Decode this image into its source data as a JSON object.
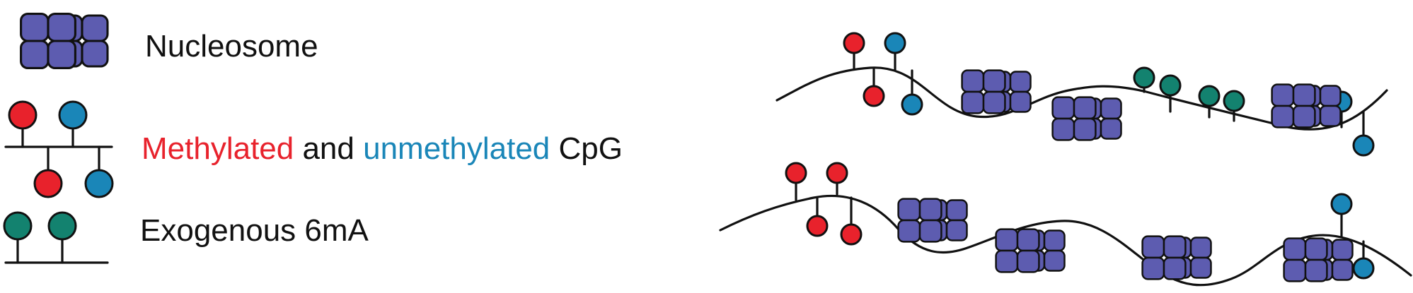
{
  "legend": {
    "nucleosome_label": "Nucleosome",
    "cpg_methylated": "Methylated",
    "cpg_and": " and ",
    "cpg_unmethylated": "unmethylated",
    "cpg_suffix": " CpG",
    "exo_label": "Exogenous 6mA"
  },
  "colors": {
    "methylated": "#e8222c",
    "unmethylated": "#1a86b8",
    "exogenous_6mA": "#13826f",
    "nucleosome": "#5d5cb0",
    "line": "#111111"
  }
}
